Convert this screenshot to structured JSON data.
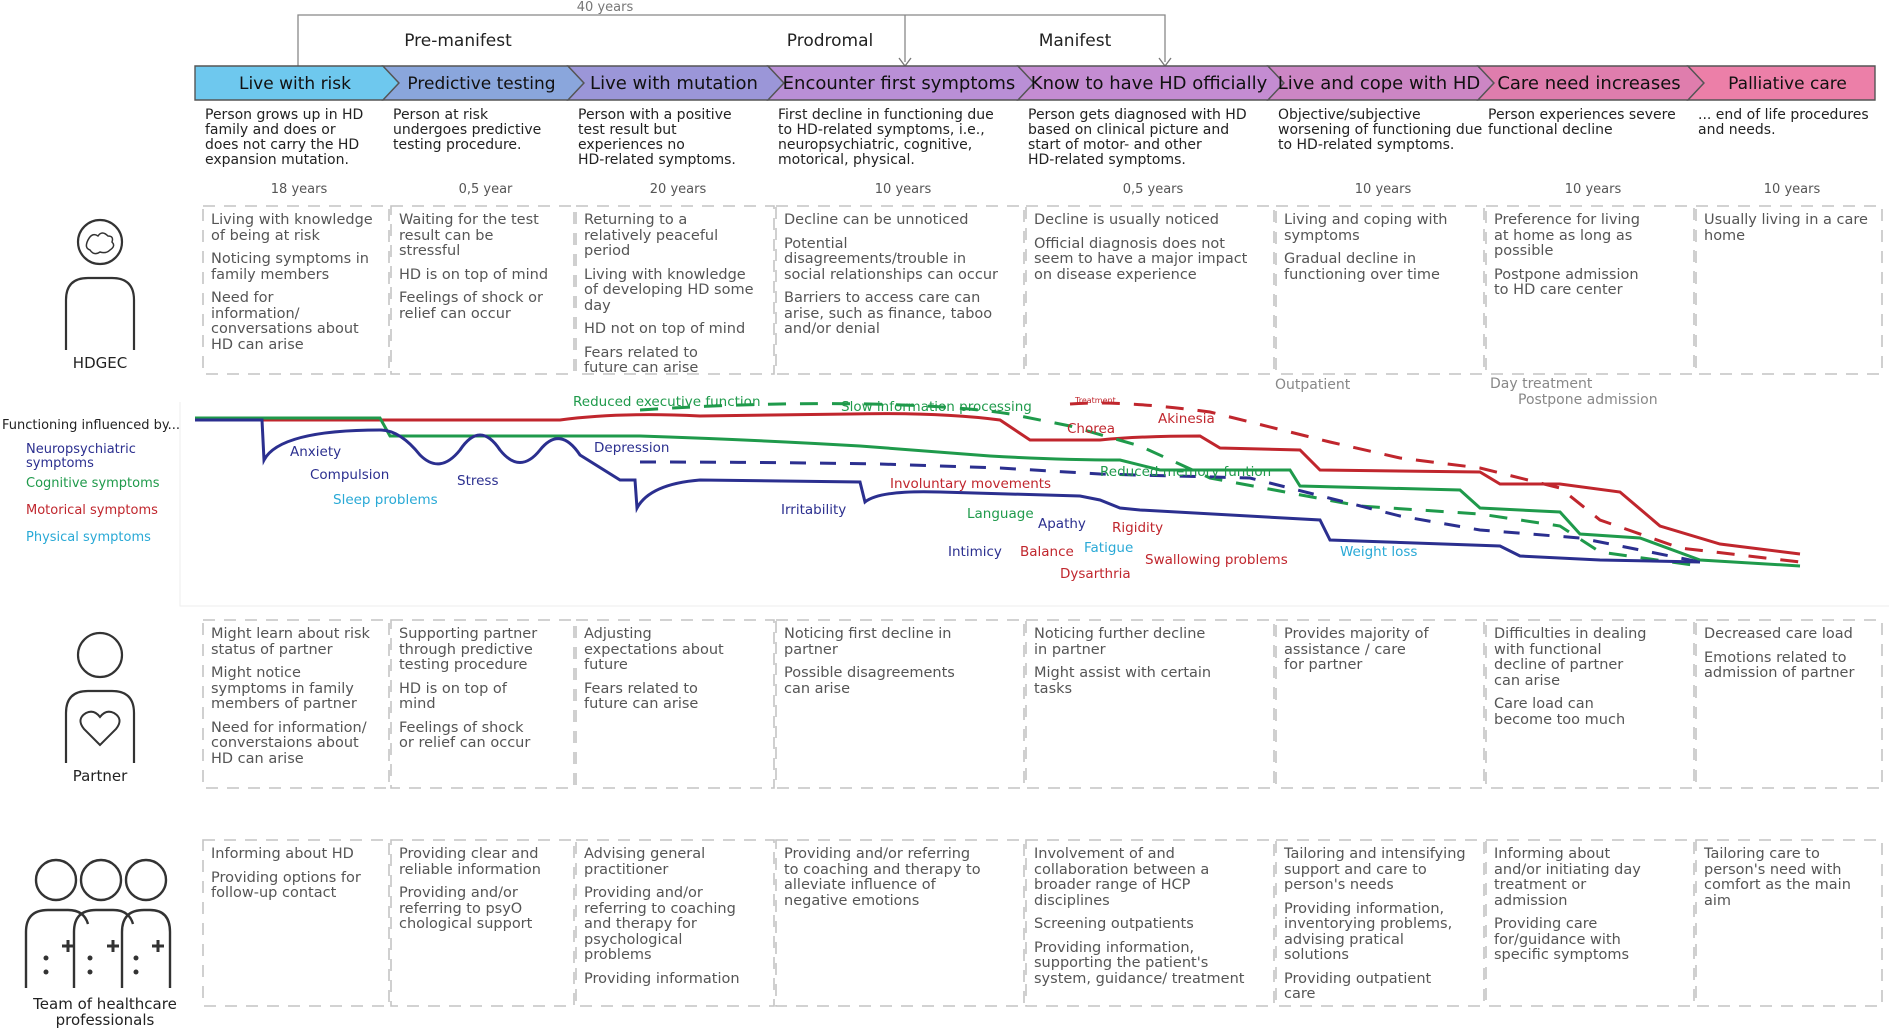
{
  "timeline": {
    "span_label": "40 years",
    "eras": [
      "Pre-manifest",
      "Prodromal",
      "Manifest"
    ]
  },
  "phases": [
    {
      "label": "Live with risk",
      "color": "#6ec8ee",
      "description": "Person grows up in HD\nfamily and does or\ndoes not carry the HD\nexpansion mutation.",
      "duration": "18 years"
    },
    {
      "label": "Predictive testing",
      "color": "#8aa6dc",
      "description": "Person at risk\nundergoes predictive\ntesting procedure.",
      "duration": "0,5 year"
    },
    {
      "label": "Live with mutation",
      "color": "#9b96d8",
      "description": "Person with a positive\ntest result but\nexperiences no\nHD-related symptoms.",
      "duration": "20 years"
    },
    {
      "label": "Encounter first symptoms",
      "color": "#b98fd6",
      "description": "First decline in functioning due\nto HD-related symptoms, i.e.,\nneuropsychiatric, cognitive,\nmotorical, physical.",
      "duration": "10 years"
    },
    {
      "label": "Know to have HD officially",
      "color": "#c48cd2",
      "description": "Person gets diagnosed with HD\nbased on clinical picture and\nstart of motor- and other\nHD-related symptoms.",
      "duration": "0,5 years"
    },
    {
      "label": "Live and cope with HD",
      "color": "#cc86c4",
      "description": "Objective/subjective\nworsening of functioning due\nto HD-related symptoms.",
      "duration": "10 years"
    },
    {
      "label": "Care need increases",
      "color": "#df7dad",
      "description": "Person experiences severe\nfunctional decline",
      "duration": "10 years"
    },
    {
      "label": "Palliative care",
      "color": "#ec7fa8",
      "description": "... end of life procedures\nand needs.",
      "duration": "10 years"
    }
  ],
  "rows": {
    "hdgec": {
      "label": "HDGEC",
      "cells": [
        [
          "Living with knowledge\nof being at risk",
          "Noticing symptoms in\nfamily members",
          "Need for\ninformation/\nconversations about\nHD can arise"
        ],
        [
          "Waiting for the test\nresult can be\nstressful",
          "HD is on top of mind",
          "Feelings of shock or\nrelief can occur"
        ],
        [
          "Returning to a\nrelatively peaceful\nperiod",
          "Living with knowledge\nof developing HD some\nday",
          "HD not on top of mind",
          "Fears related to\nfuture can arise"
        ],
        [
          "Decline can be unnoticed",
          "Potential\ndisagreements/trouble in\nsocial relationships can occur",
          "Barriers to access care can\narise, such as finance, taboo\nand/or denial"
        ],
        [
          "Decline is usually noticed",
          "Official diagnosis does not\nseem to have a major impact\non disease experience"
        ],
        [
          "Living and coping with\nsymptoms",
          "Gradual decline in\nfunctioning over time"
        ],
        [
          "Preference for living\nat home as long as\npossible",
          "Postpone admission\nto HD care center"
        ],
        [
          "Usually living in a care\nhome"
        ]
      ],
      "below_box_notes": [
        "Outpatient",
        "Day treatment",
        "Postpone admission"
      ]
    },
    "partner": {
      "label": "Partner",
      "cells": [
        [
          "Might learn about risk\nstatus of partner",
          "Might notice\nsymptoms in family\nmembers of partner",
          "Need for information/\nconverstaions about\nHD can arise"
        ],
        [
          "Supporting partner\nthrough predictive\ntesting procedure",
          "HD is on top of\nmind",
          "Feelings of shock\nor relief can occur"
        ],
        [
          "Adjusting\nexpectations about\nfuture",
          "Fears related to\nfuture can arise"
        ],
        [
          "Noticing first decline in\npartner",
          "Possible disagreements\ncan arise"
        ],
        [
          "Noticing further decline\nin partner",
          "Might assist with certain\ntasks"
        ],
        [
          "Provides majority of\nassistance / care\nfor partner"
        ],
        [
          "Difficulties in dealing\nwith functional\ndecline of partner\ncan arise",
          "Care load can\nbecome too much"
        ],
        [
          "Decreased care load",
          "Emotions related to\nadmission of partner"
        ]
      ]
    },
    "team": {
      "label": "Team of healthcare\nprofessionals",
      "cells": [
        [
          "Informing about HD",
          "Providing options for\nfollow-up contact"
        ],
        [
          "Providing clear and\nreliable information",
          "Providing and/or\nreferring to psyO\nchological support"
        ],
        [
          "Advising general\npractitioner",
          "Providing and/or\nreferring to coaching\nand therapy for\npsychological\nproblems",
          "Providing information"
        ],
        [
          "Providing and/or referring\nto coaching and therapy to\nalleviate influence of\nnegative emotions"
        ],
        [
          "Involvement of and\ncollaboration between a\nbroader range of HCP\ndisciplines",
          "Screening outpatients",
          "Providing information,\nsupporting the patient's\nsystem, guidance/ treatment"
        ],
        [
          "Tailoring and intensifying\nsupport and care to\nperson's needs",
          "Providing information,\ninventorying problems,\nadvising pratical\nsolutions",
          "Providing outpatient\ncare"
        ],
        [
          "Informing about\nand/or initiating day\ntreatment or\nadmission",
          "Providing care\nfor/guidance with\nspecific symptoms"
        ],
        [
          "Tailoring care to\nperson's need with\ncomfort as the main\naim"
        ]
      ]
    }
  },
  "functioning": {
    "title": "Functioning influenced by...",
    "legend": [
      {
        "label": "Neuropsychiatric\nsymptoms",
        "color": "#2b2f8f"
      },
      {
        "label": "Cognitive symptoms",
        "color": "#1f9a4b"
      },
      {
        "label": "Motorical symptoms",
        "color": "#c0262d"
      },
      {
        "label": "Physical symptoms",
        "color": "#29a9d6"
      }
    ],
    "symptoms": [
      {
        "label": "Anxiety",
        "color": "#2b2f8f"
      },
      {
        "label": "Compulsion",
        "color": "#2b2f8f"
      },
      {
        "label": "Sleep problems",
        "color": "#29a9d6"
      },
      {
        "label": "Stress",
        "color": "#2b2f8f"
      },
      {
        "label": "Depression",
        "color": "#2b2f8f"
      },
      {
        "label": "Reduced executive function",
        "color": "#1f9a4b"
      },
      {
        "label": "Slow information processing",
        "color": "#1f9a4b"
      },
      {
        "label": "Treatment",
        "color": "#c0262d"
      },
      {
        "label": "Chorea",
        "color": "#c0262d"
      },
      {
        "label": "Akinesia",
        "color": "#c0262d"
      },
      {
        "label": "Reduced memory funtion",
        "color": "#1f9a4b"
      },
      {
        "label": "Involuntary movements",
        "color": "#c0262d"
      },
      {
        "label": "Irritability",
        "color": "#2b2f8f"
      },
      {
        "label": "Language",
        "color": "#1f9a4b"
      },
      {
        "label": "Apathy",
        "color": "#2b2f8f"
      },
      {
        "label": "Rigidity",
        "color": "#c0262d"
      },
      {
        "label": "Intimicy",
        "color": "#2b2f8f"
      },
      {
        "label": "Balance",
        "color": "#c0262d"
      },
      {
        "label": "Fatigue",
        "color": "#29a9d6"
      },
      {
        "label": "Swallowing problems",
        "color": "#c0262d"
      },
      {
        "label": "Dysarthria",
        "color": "#c0262d"
      },
      {
        "label": "Weight loss",
        "color": "#29a9d6"
      }
    ]
  },
  "icons": {
    "hdgec": "person-brain-icon",
    "partner": "person-heart-icon",
    "team": "healthcare-team-icon"
  }
}
